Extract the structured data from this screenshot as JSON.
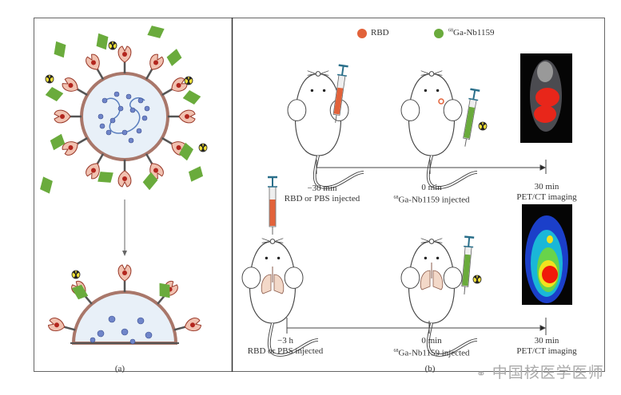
{
  "panel_a": {
    "label": "(a)"
  },
  "panel_b": {
    "label": "(b)",
    "legend": [
      {
        "name": "RBD",
        "color": "#e2623a"
      },
      {
        "name_sup": "68",
        "name": "Ga-Nb1159",
        "color": "#6aab3c"
      }
    ],
    "timeline_top": [
      {
        "time": "−30 min",
        "event": "RBD or PBS injected"
      },
      {
        "time": "0 min",
        "event_sup": "68",
        "event": "Ga-Nb1159 injected"
      },
      {
        "time": "30 min",
        "event": "PET/CT imaging"
      }
    ],
    "timeline_bottom": [
      {
        "time": "−3 h",
        "event": "RBD or PBS injected"
      },
      {
        "time": "0 min",
        "event_sup": "68",
        "event": "Ga-Nb1159 injected"
      },
      {
        "time": "30 min",
        "event": "PET/CT imaging"
      }
    ]
  },
  "watermark": "中国核医学医师"
}
